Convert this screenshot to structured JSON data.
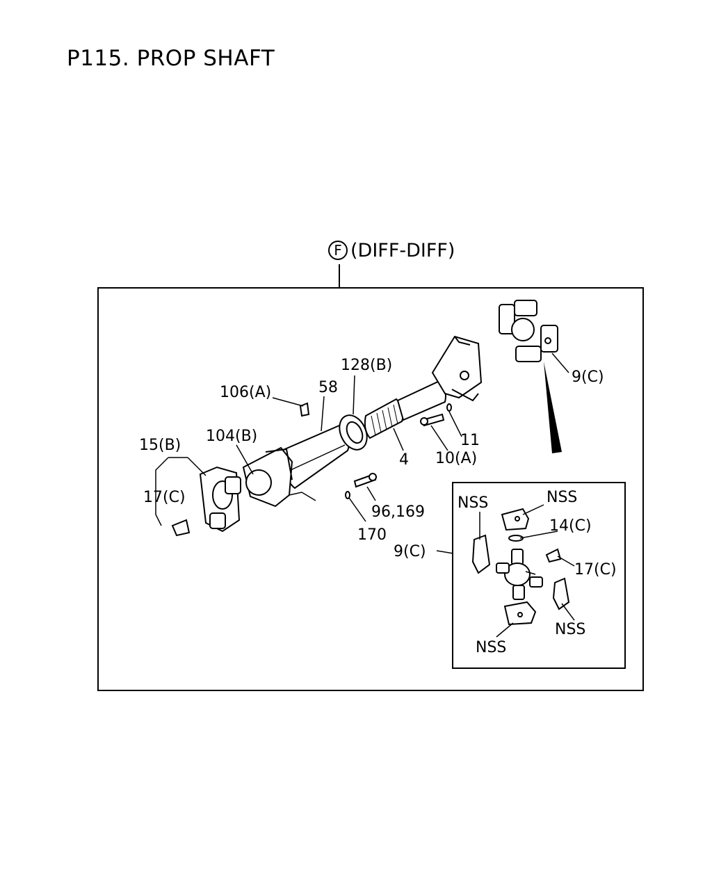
{
  "page": {
    "title": "P115. PROP SHAFT"
  },
  "section": {
    "marker": "F",
    "label": "(DIFF-DIFF)"
  },
  "labels": {
    "l_106a": "106(A)",
    "l_58": "58",
    "l_128b": "128(B)",
    "l_9c_top": "9(C)",
    "l_104b": "104(B)",
    "l_15b": "15(B)",
    "l_17c_left": "17(C)",
    "l_11": "11",
    "l_4": "4",
    "l_10a": "10(A)",
    "l_96_169": "96,169",
    "l_170": "170",
    "l_nss_1": "NSS",
    "l_nss_2": "NSS",
    "l_14c": "14(C)",
    "l_9c_inset": "9(C)",
    "l_17c_inset": "17(C)",
    "l_nss_3": "NSS",
    "l_nss_4": "NSS"
  }
}
